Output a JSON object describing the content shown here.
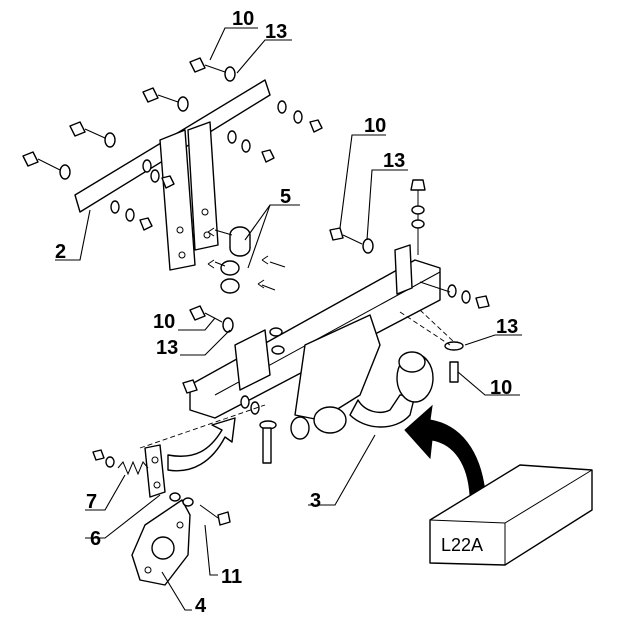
{
  "callouts": {
    "c10_top": "10",
    "c13_top": "13",
    "c2": "2",
    "c5": "5",
    "c10_right": "10",
    "c13_right": "13",
    "c10_left": "10",
    "c13_left": "13",
    "c13_ball": "13",
    "c10_ball": "10",
    "c7": "7",
    "c6": "6",
    "c3": "3",
    "c11": "11",
    "c4": "4"
  },
  "kit_box": {
    "label": "L22A"
  },
  "colors": {
    "line": "#000000",
    "background": "#ffffff"
  }
}
